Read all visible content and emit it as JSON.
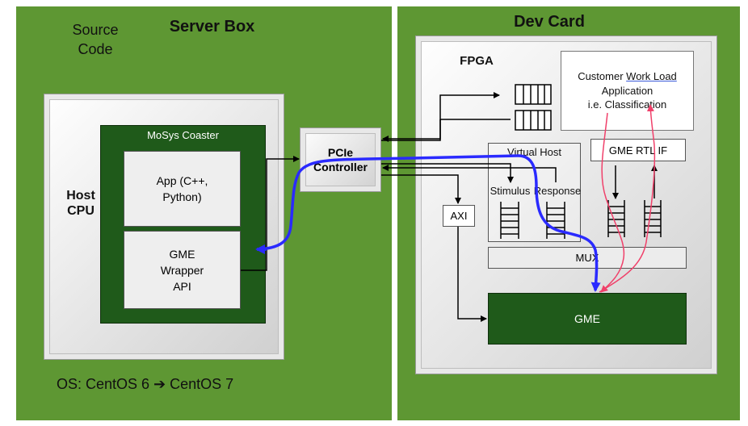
{
  "server_box": {
    "title": "Server Box",
    "source_code": "Source\nCode",
    "host_cpu": "Host\nCPU",
    "os_text": "OS: CentOS 6 ➔ CentOS 7",
    "coaster_title": "MoSys Coaster",
    "app_label": "App (C++,\nPython)",
    "wrapper_label": "GME\nWrapper\nAPI"
  },
  "pcie": {
    "label": "PCIe\nController"
  },
  "dev_card": {
    "title": "Dev Card",
    "fpga_label": "FPGA",
    "workload_line1_prefix": "Customer ",
    "workload_line1_link": "Work Load",
    "workload_line2": "Application",
    "workload_line3": "i.e. Classification",
    "virtual_host": "Virtual Host",
    "stimulus": "Stimulus",
    "response": "Response",
    "gme_rtl_if": "GME RTL IF",
    "axi": "AXI",
    "mux": "MUX",
    "gme": "GME"
  },
  "colors": {
    "green_panel": "#5e9733",
    "dark_green": "#1f5a1a",
    "blue_path": "#2a2aff",
    "red_path": "#f0406a"
  }
}
